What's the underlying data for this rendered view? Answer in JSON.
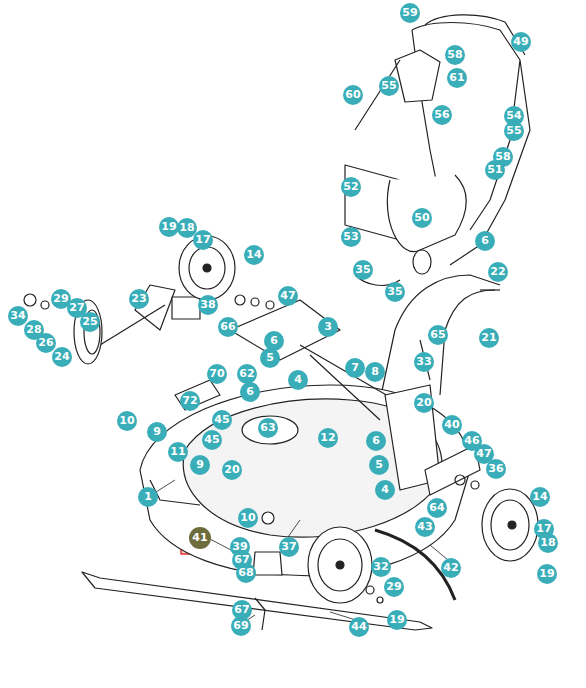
{
  "diagram": {
    "labels": [
      "59",
      "49",
      "58",
      "55",
      "61",
      "60",
      "56",
      "54",
      "55",
      "58",
      "51",
      "52",
      "50",
      "53",
      "6",
      "22",
      "35",
      "35",
      "65",
      "21",
      "33",
      "19",
      "18",
      "17",
      "14",
      "23",
      "38",
      "29",
      "27",
      "34",
      "25",
      "28",
      "26",
      "24",
      "66",
      "47",
      "3",
      "6",
      "5",
      "4",
      "62",
      "70",
      "6",
      "7",
      "8",
      "72",
      "10",
      "45",
      "9",
      "45",
      "63",
      "12",
      "11",
      "9",
      "20",
      "20",
      "40",
      "6",
      "46",
      "47",
      "36",
      "5",
      "4",
      "14",
      "1",
      "64",
      "10",
      "43",
      "17",
      "18",
      "41",
      "37",
      "39",
      "67",
      "68",
      "32",
      "42",
      "29",
      "19",
      "19",
      "44",
      "69",
      "67"
    ]
  }
}
